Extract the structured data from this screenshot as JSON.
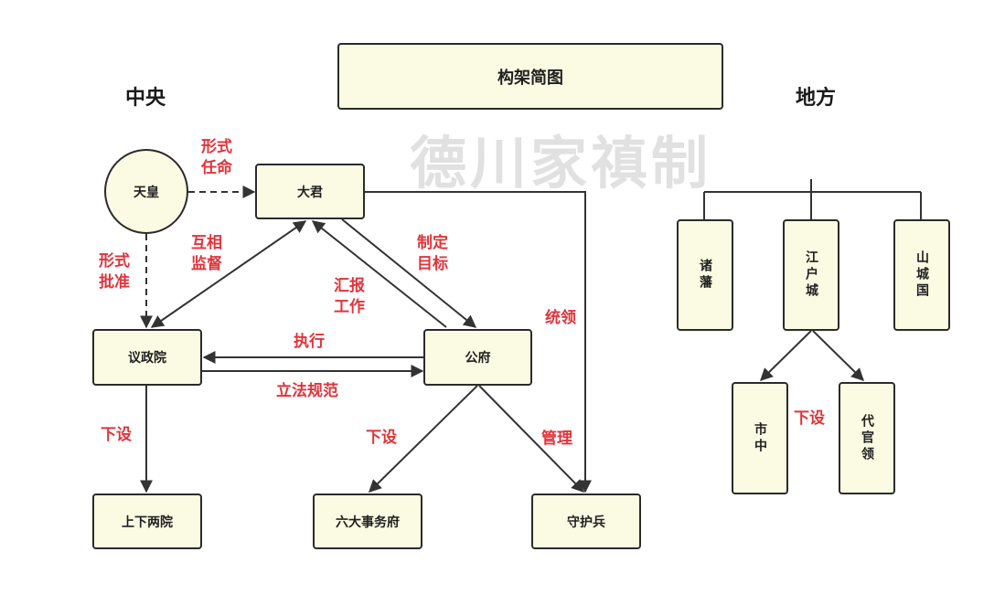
{
  "title": "构架简图",
  "watermark": "德川家禛制",
  "sections": {
    "central": "中央",
    "local": "地方"
  },
  "nodes": {
    "tenno": "天皇",
    "taikun": "大君",
    "giseiin": "议政院",
    "kofu": "公府",
    "jouge": "上下两院",
    "rokudai": "六大事务府",
    "shugohei": "守护兵",
    "shohan": "诸藩",
    "edojo": "江户城",
    "yamashiro": "山城国",
    "shichu": "市中",
    "daikanryo": "代官领"
  },
  "edge_labels": {
    "formal_appoint": [
      "形式",
      "任命"
    ],
    "formal_approve": [
      "形式",
      "批准"
    ],
    "mutual_supervise": [
      "互相",
      "监督"
    ],
    "set_goals": [
      "制定",
      "目标"
    ],
    "report_work": [
      "汇报",
      "工作"
    ],
    "command": "统领",
    "execute": "执行",
    "legislate": "立法规范",
    "subordinate_left": "下设",
    "subordinate_mid": "下设",
    "manage": "管理",
    "subordinate_right": "下设"
  }
}
